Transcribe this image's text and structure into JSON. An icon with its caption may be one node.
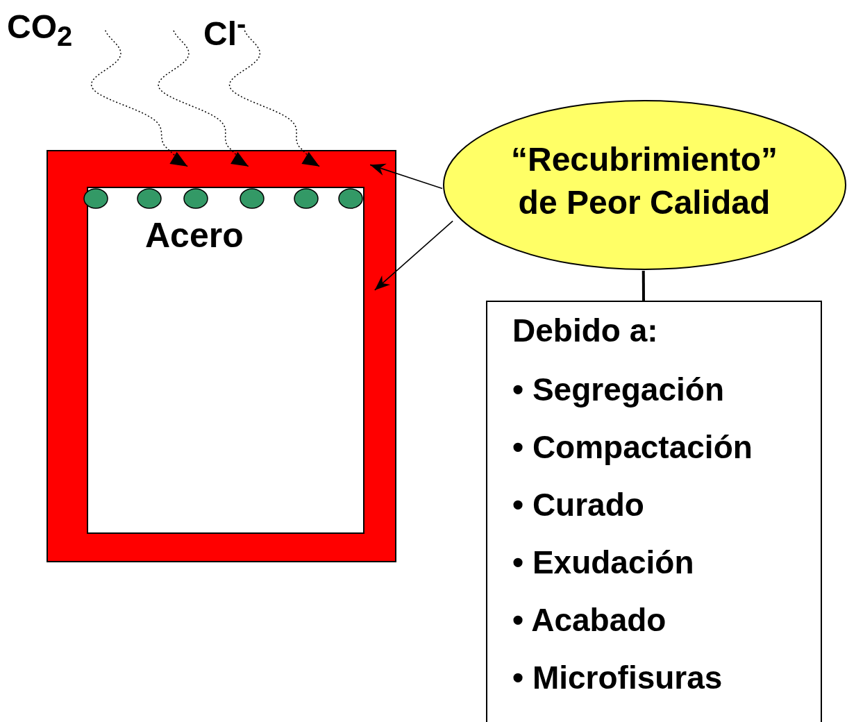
{
  "diagram": {
    "nodes": [
      {
        "text": [],
        "shape": "box"
      },
      {
        "text": [
          "Acero"
        ],
        "in": 0
      },
      {
        "text": [
          "CO$_{2}$"
        ]
      },
      {
        "text": [
          "Cl$^{-}$"
        ]
      },
      {
        "text": [
          "“Recubrimiento” de Peor Calidad"
        ]
      },
      {
        "text": [
          "Debido a:",
          "• Segregación",
          "• Compactación",
          "• Curado",
          "• Exudación",
          "• Acabado",
          "• Microfisuras"
        ]
      }
    ],
    "edges": [
      {
        "from": 2,
        "to": 0,
        "arrow": "to",
        "style": "dashed"
      },
      {
        "from": null,
        "to": 0,
        "arrow": "to",
        "style": "dashed"
      },
      {
        "from": 3,
        "to": 0,
        "arrow": "to",
        "style": "dashed"
      },
      {
        "from": 4,
        "to": 0,
        "arrow": "to"
      },
      {
        "from": 4,
        "to": 0,
        "arrow": "to"
      },
      {
        "from": 4,
        "to": 5,
        "arrow": "none",
        "style": "thick"
      }
    ]
  }
}
